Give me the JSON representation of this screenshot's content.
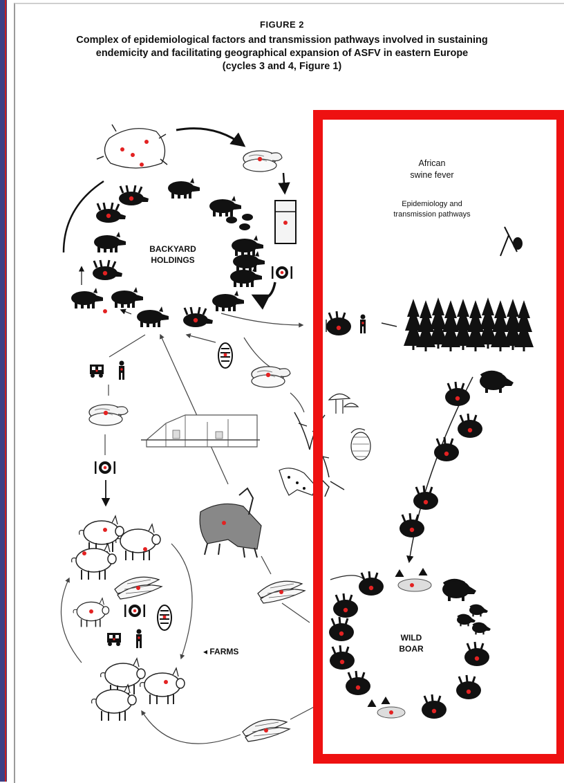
{
  "figure": {
    "label": "FIGURE 2",
    "title_lines": [
      "Complex of epidemiological factors and transmission pathways involved in sustaining",
      "endemicity and facilitating geographical expansion of ASFV in eastern Europe",
      "(cycles 3 and 4, Figure 1)"
    ]
  },
  "labels": {
    "backyard_line1": "BACKYARD",
    "backyard_line2": "HOLDINGS",
    "farms": "◂ FARMS",
    "wild_line1": "WILD",
    "wild_line2": "BOAR"
  },
  "panel": {
    "title_line1": "African",
    "title_line2": "swine fever",
    "sub_line1": "Epidemiology and",
    "sub_line2": "transmission pathways"
  },
  "colors": {
    "highlight": "#ee1111",
    "infection_dot": "#dd1f1f",
    "silhouette": "#111111",
    "sidebar": "#3d3f86"
  }
}
